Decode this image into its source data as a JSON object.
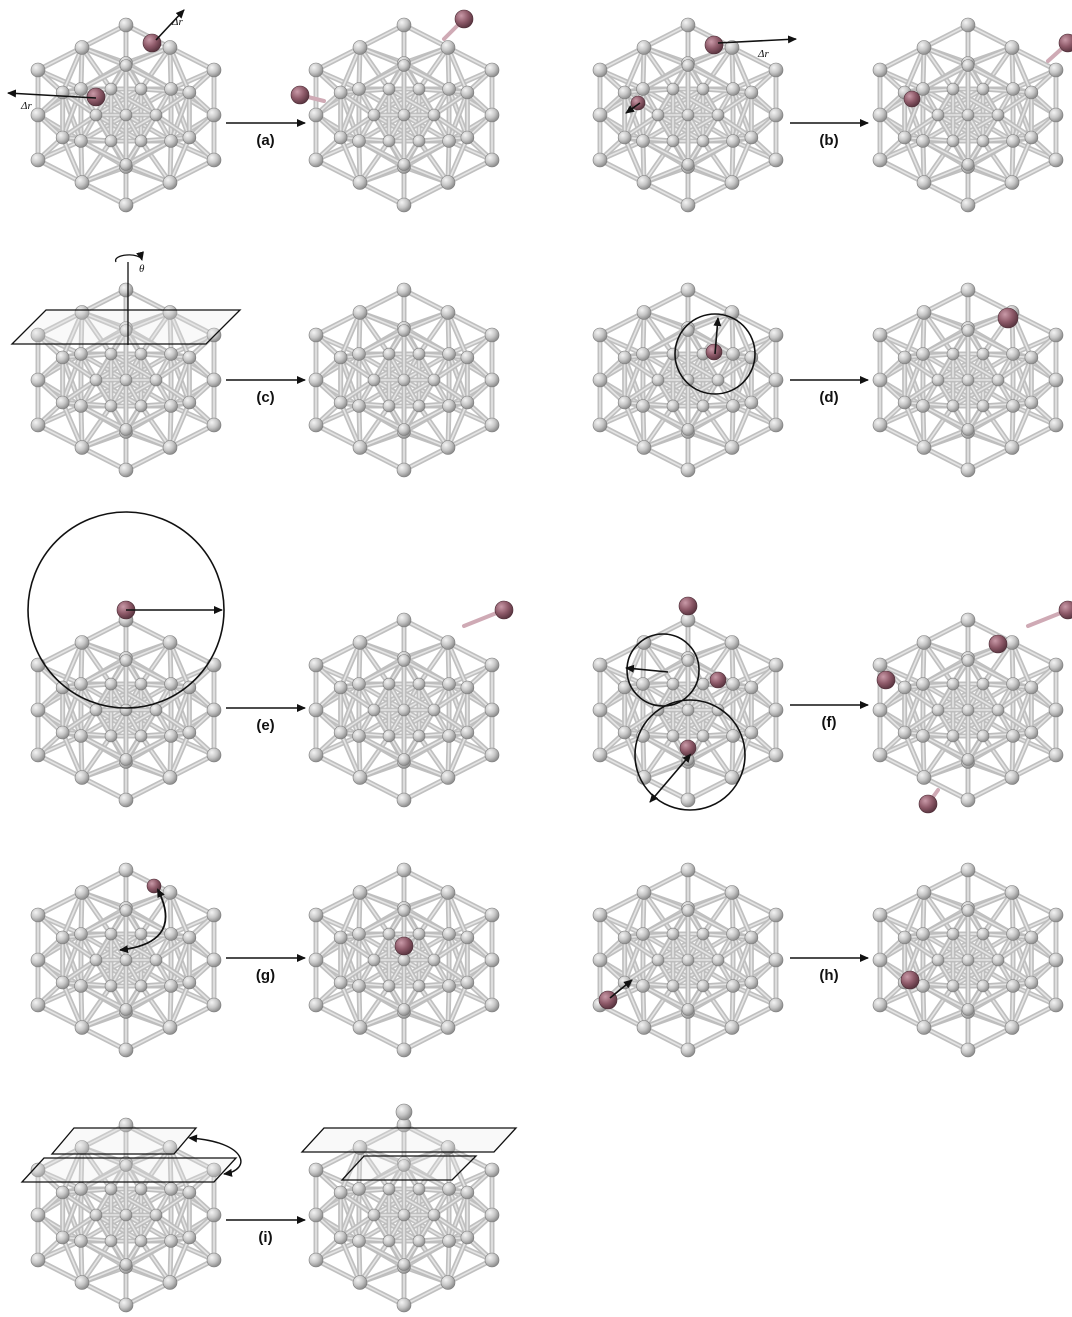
{
  "panels": [
    {
      "id": "a",
      "label": "(a)",
      "annotation": "Δr",
      "marker": "displacement-arrows"
    },
    {
      "id": "b",
      "label": "(b)",
      "annotation": "Δr",
      "marker": "displacement-arrows"
    },
    {
      "id": "c",
      "label": "(c)",
      "annotation": "θ",
      "marker": "rotation-plane"
    },
    {
      "id": "d",
      "label": "(d)",
      "annotation": "",
      "marker": "local-sphere"
    },
    {
      "id": "e",
      "label": "(e)",
      "annotation": "",
      "marker": "large-sphere"
    },
    {
      "id": "f",
      "label": "(f)",
      "annotation": "",
      "marker": "two-spheres"
    },
    {
      "id": "g",
      "label": "(g)",
      "annotation": "",
      "marker": "curved-arrow"
    },
    {
      "id": "h",
      "label": "(h)",
      "annotation": "",
      "marker": "surface-arrow"
    },
    {
      "id": "i",
      "label": "(i)",
      "annotation": "",
      "marker": "layer-shift-planes"
    }
  ],
  "colors": {
    "atom": "#c9c9c9",
    "atom_highlight": "#efefef",
    "atom_shadow": "#8d8d8d",
    "bond": "#bdbdbd",
    "marked_atom": "#8e5a69",
    "marked_bond": "#cfaab5",
    "arrow": "#111111",
    "background": "#ffffff"
  },
  "icons": {
    "transition_arrow": "right-arrow-icon",
    "cluster": "icosahedral-cluster-icon"
  }
}
